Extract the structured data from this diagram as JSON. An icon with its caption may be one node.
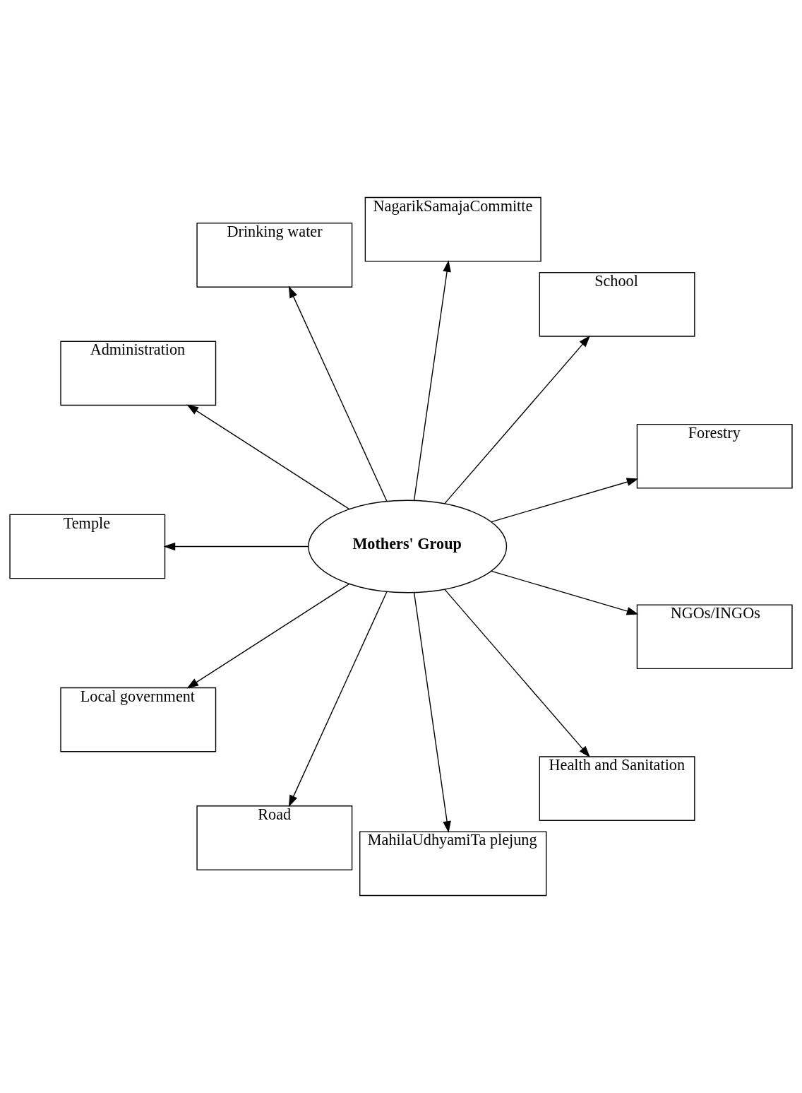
{
  "diagram": {
    "nodes": [
      {
        "text": [
          "Mothers' Group"
        ]
      },
      {
        "text": [
          "Forestry"
        ]
      },
      {
        "text": [
          "School"
        ]
      },
      {
        "text": [
          "NagarikSamajaCommitte"
        ]
      },
      {
        "text": [
          "Drinking water"
        ]
      },
      {
        "text": [
          "Administration"
        ]
      },
      {
        "text": [
          "Temple"
        ]
      },
      {
        "text": [
          "Local government"
        ]
      },
      {
        "text": [
          "Road"
        ]
      },
      {
        "text": [
          "MahilaUdhyamiTa plejung"
        ]
      },
      {
        "text": [
          "Health and Sanitation"
        ]
      },
      {
        "text": [
          "NGOs/INGOs"
        ]
      }
    ],
    "edges": [
      {
        "from": 0,
        "to": 1,
        "arrow": "to"
      },
      {
        "from": 0,
        "to": 2,
        "arrow": "to"
      },
      {
        "from": 0,
        "to": 4,
        "arrow": "to"
      },
      {
        "from": 0,
        "to": 6,
        "arrow": "to"
      },
      {
        "from": 0,
        "to": 8,
        "arrow": "to"
      },
      {
        "from": 0,
        "to": 11,
        "arrow": "to"
      },
      {
        "from": 0,
        "to": 10,
        "arrow": "to"
      },
      {
        "from": 0,
        "to": 9,
        "arrow": "to"
      },
      {
        "from": 0,
        "to": 7,
        "arrow": "to"
      },
      {
        "from": 0,
        "to": 5,
        "arrow": "to"
      },
      {
        "from": 0,
        "to": 3,
        "arrow": "to"
      }
    ]
  }
}
